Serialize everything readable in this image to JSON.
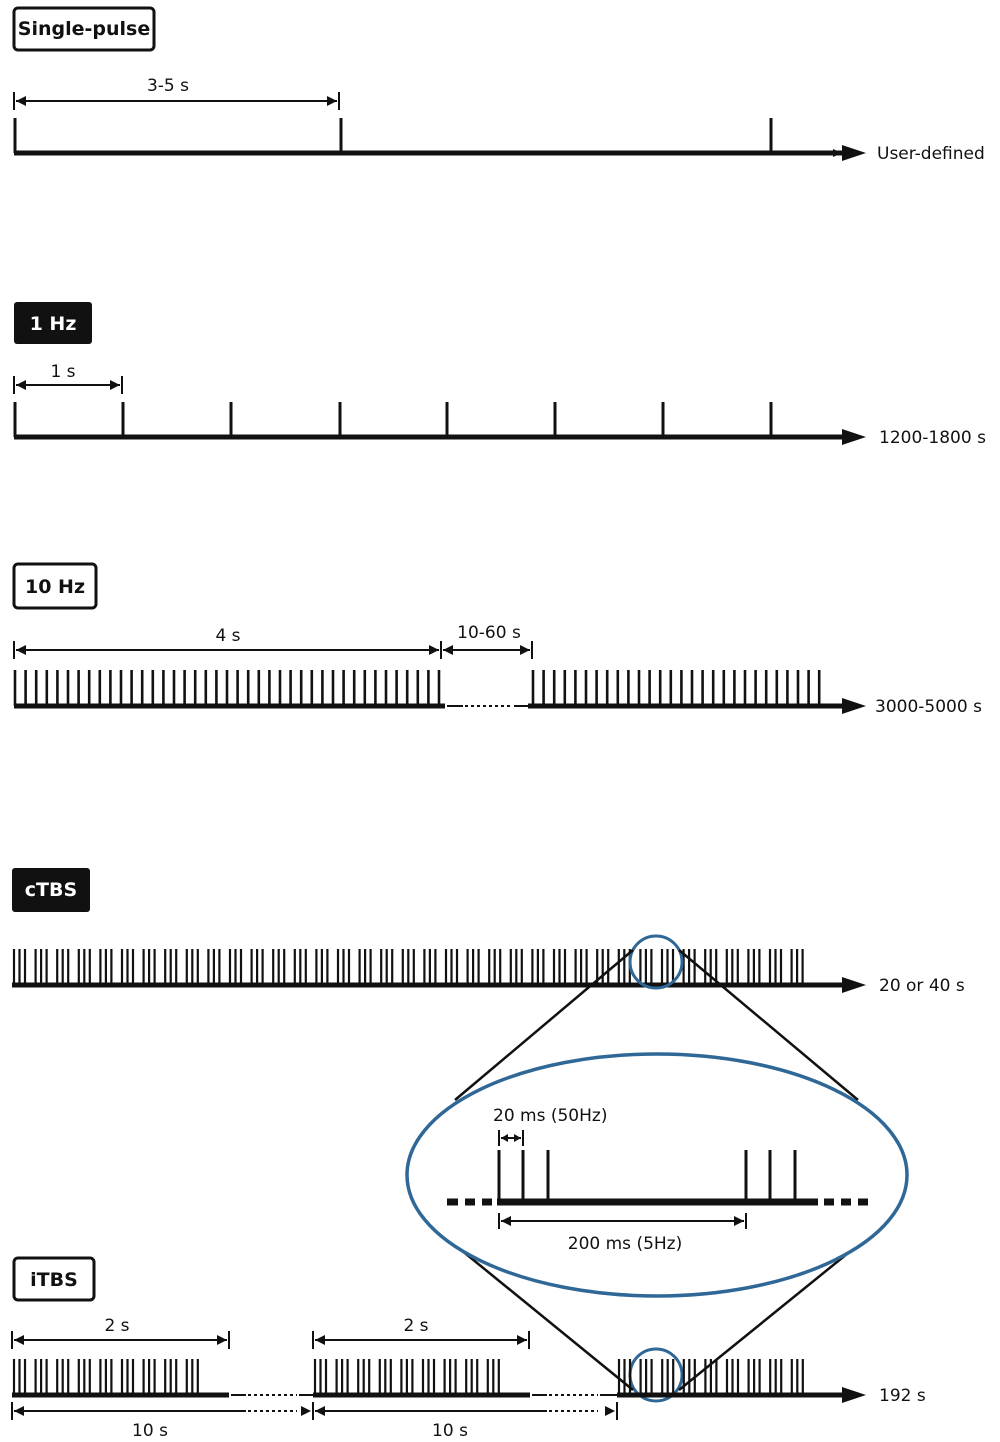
{
  "protocols": {
    "single_pulse": {
      "title": "Single-pulse",
      "interval": "3-5 s",
      "end": "User-defined"
    },
    "hz1": {
      "title": "1 Hz",
      "interval": "1 s",
      "end": "1200-1800 s"
    },
    "hz10": {
      "title": "10 Hz",
      "train": "4 s",
      "gap": "10-60 s",
      "end": "3000-5000 s"
    },
    "ctbs": {
      "title": "cTBS",
      "end": "20 or 40 s"
    },
    "zoom": {
      "burst_interval": "20 ms (50Hz)",
      "train_interval": "200 ms (5Hz)"
    },
    "itbs": {
      "title": "iTBS",
      "train1": "2 s",
      "train2": "2 s",
      "cycle1": "10 s",
      "cycle2": "10 s",
      "end": "192 s"
    }
  },
  "colors": {
    "ink": "#111111",
    "zoom": "#2f6796",
    "tag_dark": "#111111",
    "tag_light": "#ffffff"
  }
}
